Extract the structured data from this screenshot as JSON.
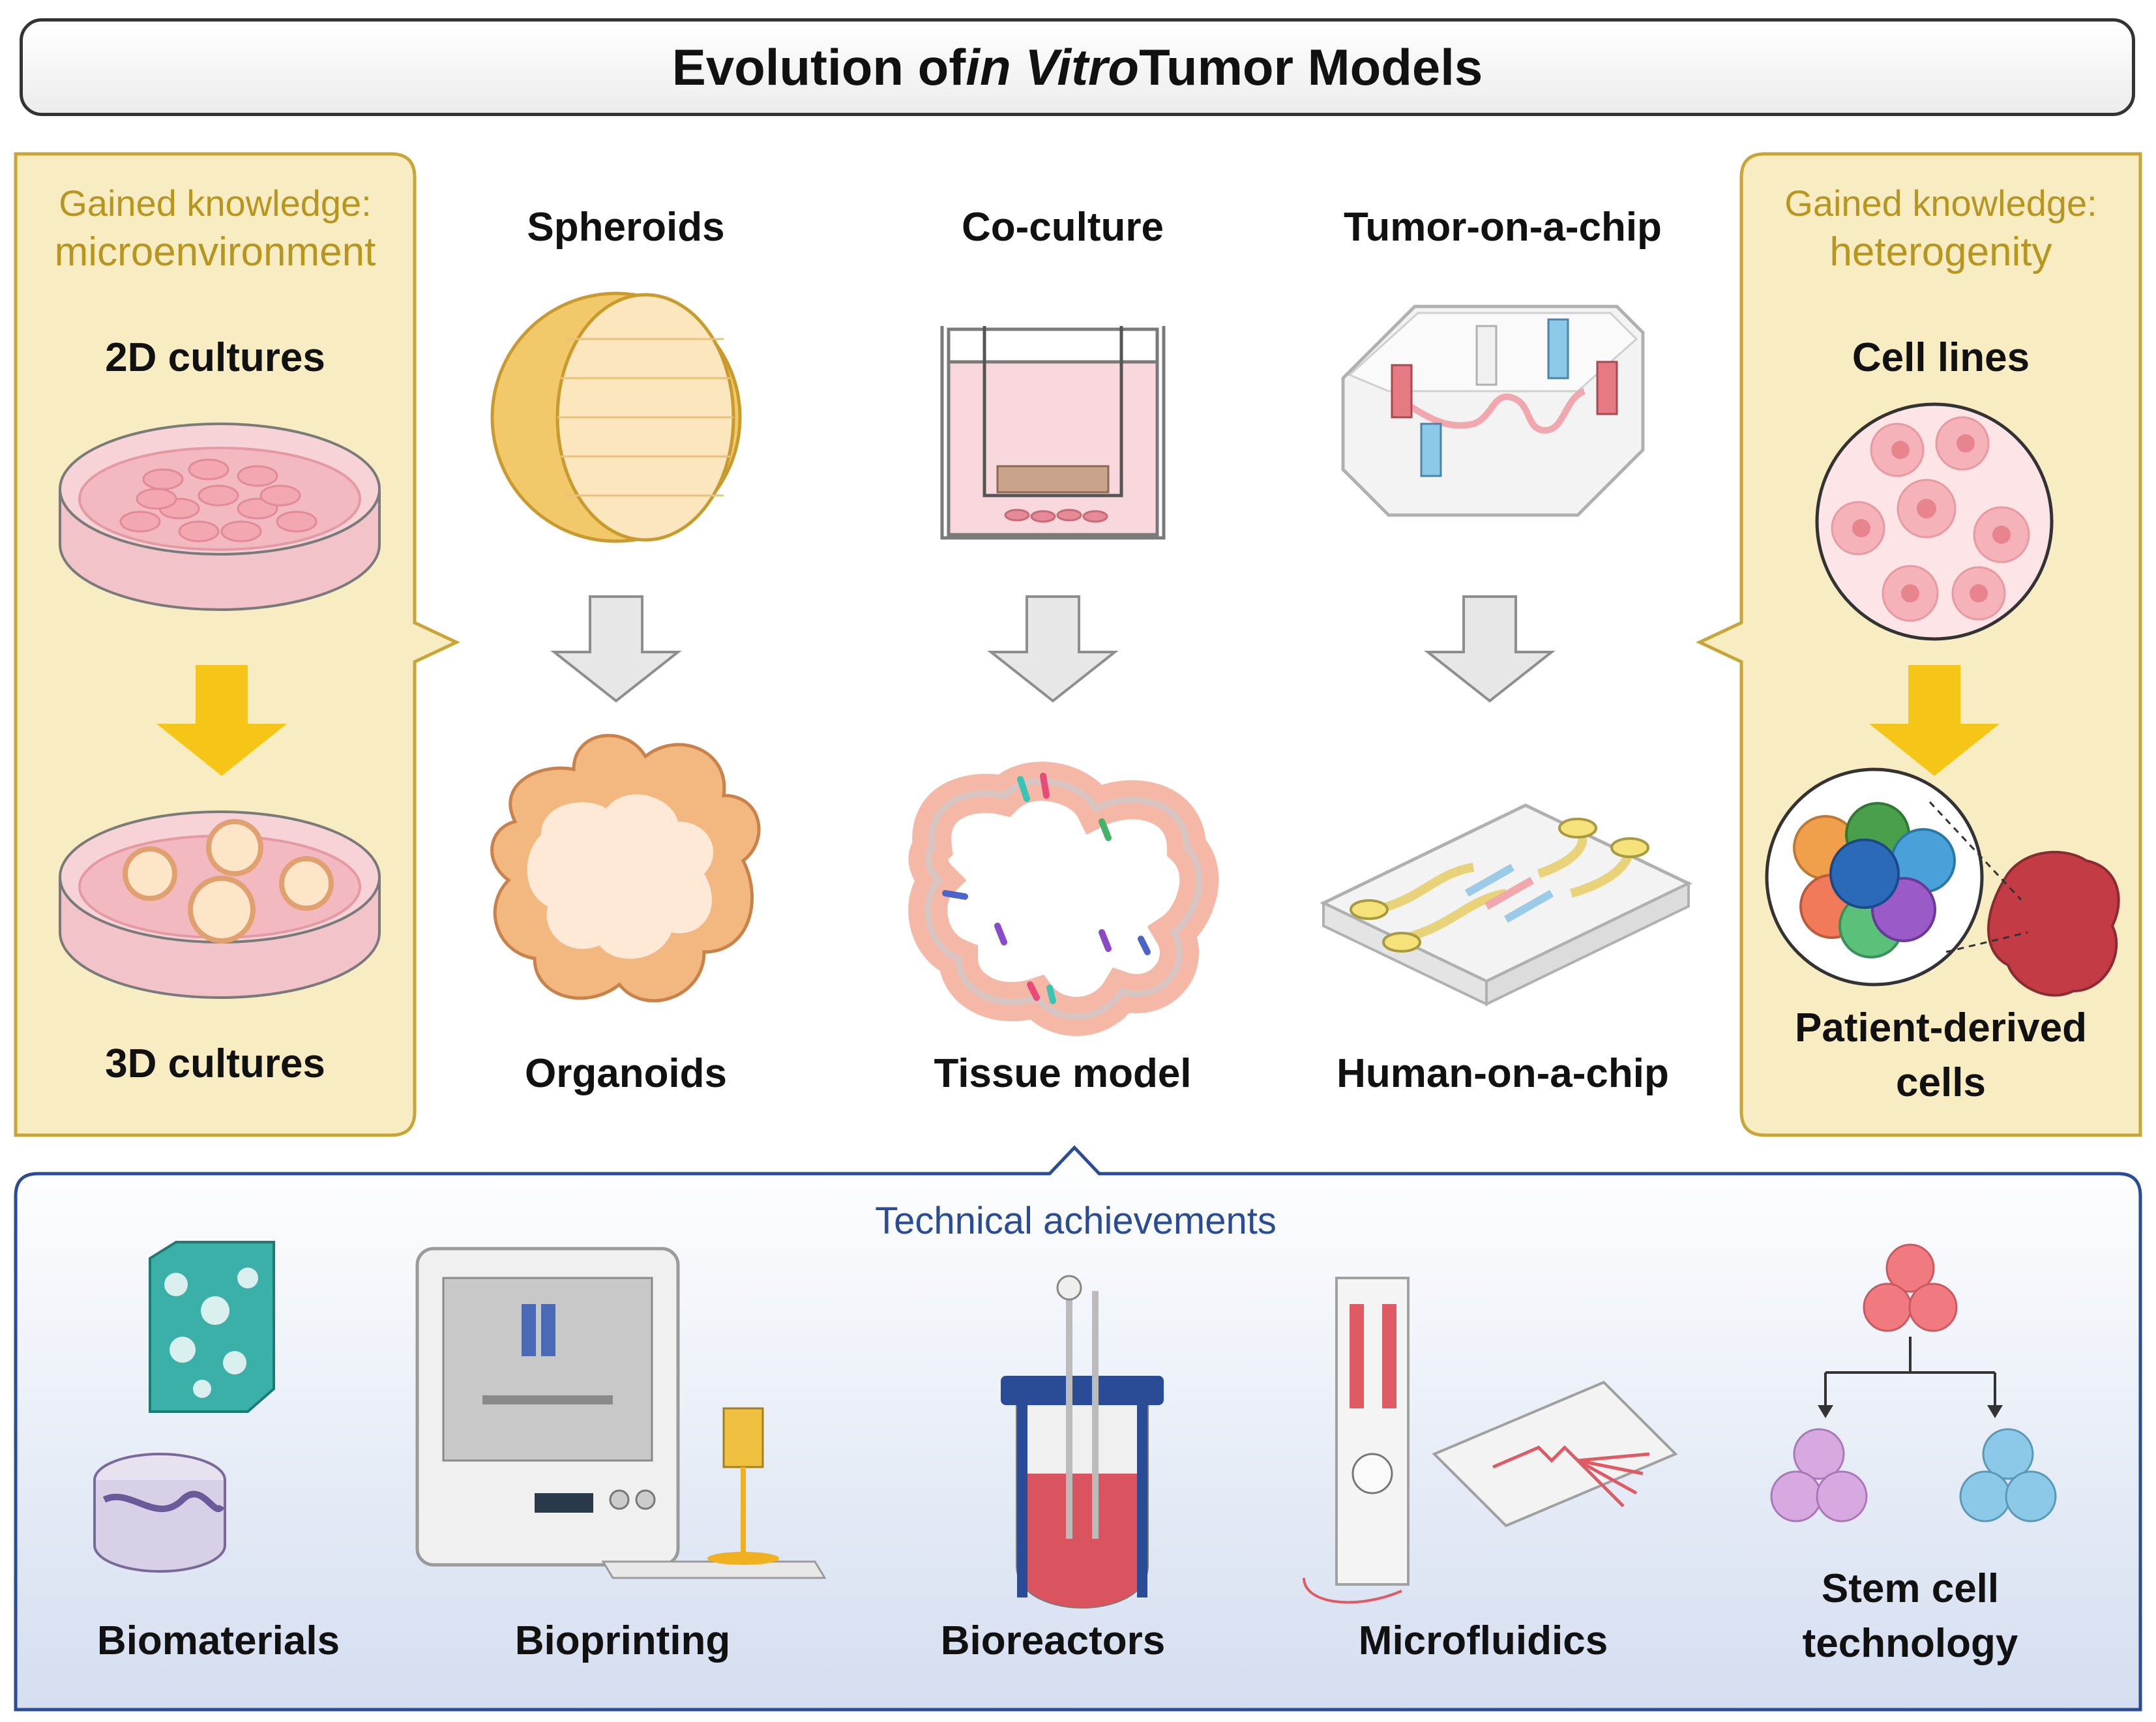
{
  "title": {
    "before": "Evolution of ",
    "italic": "in Vitro",
    "after": " Tumor Models"
  },
  "left_panel": {
    "gained": "Gained knowledge:",
    "topic": "microenvironment",
    "top_label": "2D cultures",
    "bottom_label": "3D cultures"
  },
  "right_panel": {
    "gained": "Gained knowledge:",
    "topic": "heterogenity",
    "top_label": "Cell lines",
    "bottom_label": "Patient-derived cells"
  },
  "columns": [
    {
      "top": "Spheroids",
      "bottom": "Organoids"
    },
    {
      "top": "Co-culture",
      "bottom": "Tissue model"
    },
    {
      "top": "Tumor-on-a-chip",
      "bottom": "Human-on-a-chip"
    }
  ],
  "technical": {
    "heading": "Technical achievements",
    "items": [
      "Biomaterials",
      "Bioprinting",
      "Bioreactors",
      "Microfluidics",
      "Stem cell technology"
    ]
  },
  "colors": {
    "gold": "#f8ecc2",
    "gold_border": "#c9a437",
    "blue_border": "#2a4b96",
    "arrow_gold": "#f5c518",
    "arrow_grey": "#e7e7e7"
  }
}
